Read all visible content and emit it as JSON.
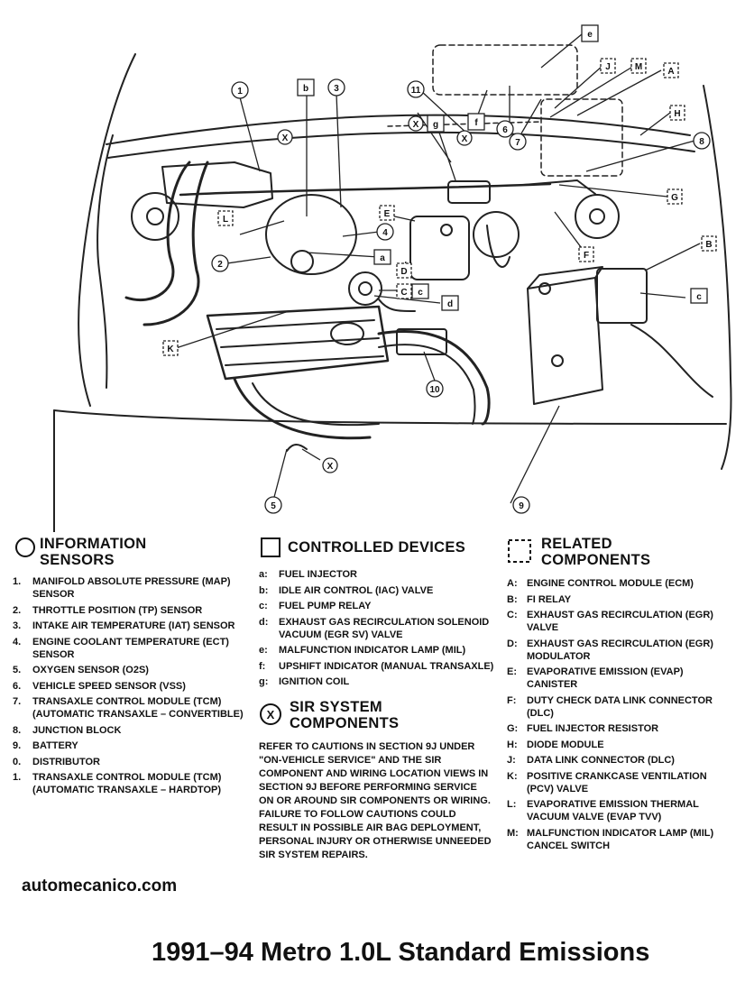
{
  "diagram": {
    "callouts": {
      "n1": "1",
      "n2": "2",
      "n3": "3",
      "n4": "4",
      "n5": "5",
      "n8": "8",
      "n9": "9",
      "n10": "10",
      "n11": "11",
      "n6": "6",
      "n7": "7",
      "la": "a",
      "lb": "b",
      "lc": "c",
      "ld": "d",
      "le": "e",
      "lf": "f",
      "lg": "g",
      "uA": "A",
      "uB": "B",
      "uC": "C",
      "uD": "D",
      "uE": "E",
      "uF": "F",
      "uG": "G",
      "uH": "H",
      "uJ": "J",
      "uK": "K",
      "uL": "L",
      "uM": "M",
      "x": "X"
    }
  },
  "legend": {
    "info": {
      "title_line1": "INFORMATION",
      "title_line2": "SENSORS",
      "items": [
        {
          "key": "1.",
          "text": "MANIFOLD ABSOLUTE PRESSURE (MAP) SENSOR"
        },
        {
          "key": "2.",
          "text": "THROTTLE POSITION (TP) SENSOR"
        },
        {
          "key": "3.",
          "text": "INTAKE AIR TEMPERATURE (IAT) SENSOR"
        },
        {
          "key": "4.",
          "text": "ENGINE COOLANT TEMPERATURE (ECT) SENSOR"
        },
        {
          "key": "5.",
          "text": "OXYGEN SENSOR (O2S)"
        },
        {
          "key": "6.",
          "text": "VEHICLE SPEED SENSOR (VSS)"
        },
        {
          "key": "7.",
          "text": "TRANSAXLE CONTROL MODULE (TCM) (AUTOMATIC TRANSAXLE – CONVERTIBLE)"
        },
        {
          "key": "8.",
          "text": "JUNCTION BLOCK"
        },
        {
          "key": "9.",
          "text": "BATTERY"
        },
        {
          "key": "0.",
          "text": "DISTRIBUTOR"
        },
        {
          "key": "1.",
          "text": "TRANSAXLE CONTROL MODULE (TCM) (AUTOMATIC TRANSAXLE – HARDTOP)"
        }
      ]
    },
    "controlled": {
      "title": "CONTROLLED DEVICES",
      "items": [
        {
          "key": "a:",
          "text": "FUEL INJECTOR"
        },
        {
          "key": "b:",
          "text": "IDLE AIR CONTROL (IAC) VALVE"
        },
        {
          "key": "c:",
          "text": "FUEL PUMP RELAY"
        },
        {
          "key": "d:",
          "text": "EXHAUST GAS RECIRCULATION SOLENOID VACUUM (EGR SV) VALVE"
        },
        {
          "key": "e:",
          "text": "MALFUNCTION INDICATOR LAMP (MIL)"
        },
        {
          "key": "f:",
          "text": "UPSHIFT INDICATOR (MANUAL TRANSAXLE)"
        },
        {
          "key": "g:",
          "text": "IGNITION COIL"
        }
      ]
    },
    "sir": {
      "title_line1": "SIR SYSTEM",
      "title_line2": "COMPONENTS",
      "note": "REFER TO CAUTIONS IN SECTION 9J UNDER \"ON-VEHICLE SERVICE\" AND THE SIR COMPONENT AND WIRING LOCATION VIEWS IN SECTION 9J BEFORE PERFORMING SERVICE ON OR AROUND SIR COMPONENTS OR WIRING. FAILURE TO FOLLOW CAUTIONS COULD RESULT IN POSSIBLE AIR BAG DEPLOYMENT, PERSONAL INJURY OR OTHERWISE UNNEEDED SIR SYSTEM REPAIRS."
    },
    "related": {
      "title_line1": "RELATED",
      "title_line2": "COMPONENTS",
      "items": [
        {
          "key": "A:",
          "text": "ENGINE CONTROL MODULE (ECM)"
        },
        {
          "key": "B:",
          "text": "FI RELAY"
        },
        {
          "key": "C:",
          "text": "EXHAUST GAS RECIRCULATION (EGR) VALVE"
        },
        {
          "key": "D:",
          "text": "EXHAUST GAS RECIRCULATION (EGR) MODULATOR"
        },
        {
          "key": "E:",
          "text": "EVAPORATIVE EMISSION (EVAP) CANISTER"
        },
        {
          "key": "F:",
          "text": "DUTY CHECK DATA LINK CONNECTOR (DLC)"
        },
        {
          "key": "G:",
          "text": "FUEL INJECTOR RESISTOR"
        },
        {
          "key": "H:",
          "text": "DIODE MODULE"
        },
        {
          "key": "J:",
          "text": "DATA LINK CONNECTOR (DLC)"
        },
        {
          "key": "K:",
          "text": "POSITIVE CRANKCASE VENTILATION (PCV) VALVE"
        },
        {
          "key": "L:",
          "text": "EVAPORATIVE EMISSION THERMAL VACUUM VALVE (EVAP TVV)"
        },
        {
          "key": "M:",
          "text": "MALFUNCTION INDICATOR LAMP (MIL) CANCEL SWITCH"
        }
      ]
    }
  },
  "watermark": "automecanico.com",
  "page_title": "1991–94 Metro 1.0L Standard Emissions"
}
